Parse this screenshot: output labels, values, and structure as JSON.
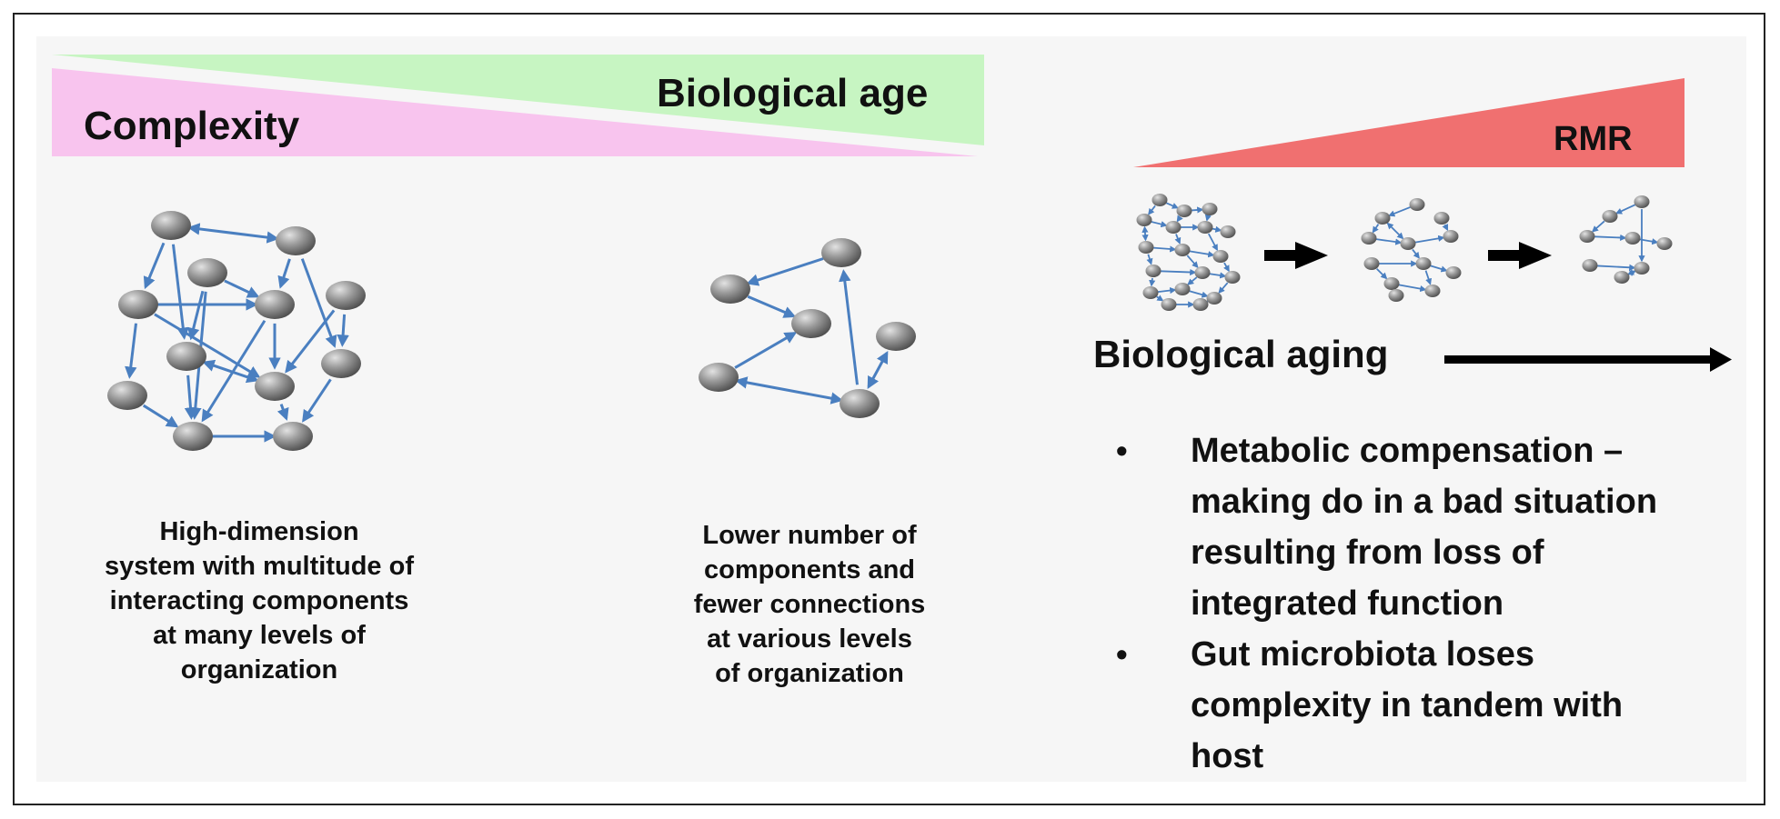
{
  "gradient_left": {
    "complexity_label": "Complexity",
    "bio_age_label": "Biological age",
    "colors": {
      "complexity": "#f8c4ee",
      "bio_age": "#c7f5c2"
    }
  },
  "gradient_right": {
    "label": "RMR",
    "color": "#f07070"
  },
  "network_complex": {
    "caption": [
      "High-dimension",
      "system with multitude of",
      "interacting components",
      "at many levels of",
      "organization"
    ]
  },
  "network_simple": {
    "caption": [
      "Lower number of",
      "components and",
      "fewer connections",
      "at various levels",
      "of organization"
    ]
  },
  "aging": {
    "label": "Biological aging"
  },
  "bullets": [
    {
      "lines": [
        "Metabolic compensation –",
        "making do in a bad situation",
        "resulting from loss of",
        "integrated function"
      ]
    },
    {
      "lines": [
        "Gut microbiota loses",
        "complexity in tandem with",
        "host"
      ]
    }
  ],
  "colors": {
    "node": "#8a8a8a",
    "edge": "#4a7fc0",
    "arrow": "#000000"
  }
}
